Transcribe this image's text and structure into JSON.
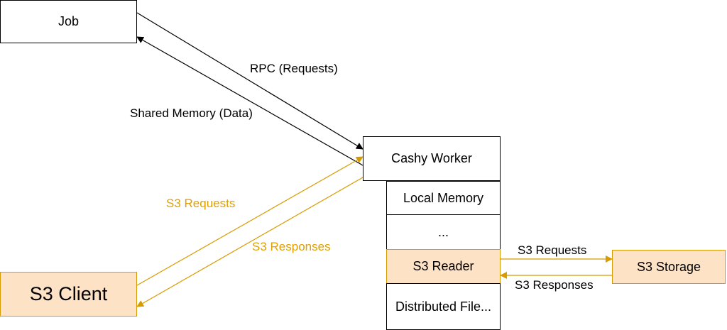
{
  "nodes": {
    "job": "Job",
    "cashy_worker": "Cashy Worker",
    "local_memory": "Local Memory",
    "ellipsis": "...",
    "s3_reader": "S3 Reader",
    "distributed_file": "Distributed File...",
    "s3_client": "S3 Client",
    "s3_storage": "S3 Storage"
  },
  "edges": {
    "rpc_requests": "RPC (Requests)",
    "shared_memory": "Shared Memory (Data)",
    "client_requests": "S3 Requests",
    "client_responses": "S3 Responses",
    "storage_requests": "S3 Requests",
    "storage_responses": "S3 Responses"
  },
  "colors": {
    "line": "#000000",
    "accent_line": "#d79b00",
    "accent_fill": "#fde2c6",
    "accent_text": "#e0a000"
  }
}
